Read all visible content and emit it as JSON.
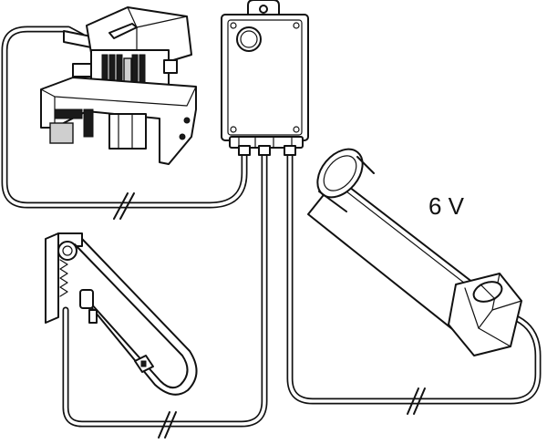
{
  "diagram": {
    "voltage_label": "6 V",
    "components": [
      "control-unit",
      "valve-mechanism",
      "grab-bar-actuator",
      "battery-pack"
    ]
  }
}
